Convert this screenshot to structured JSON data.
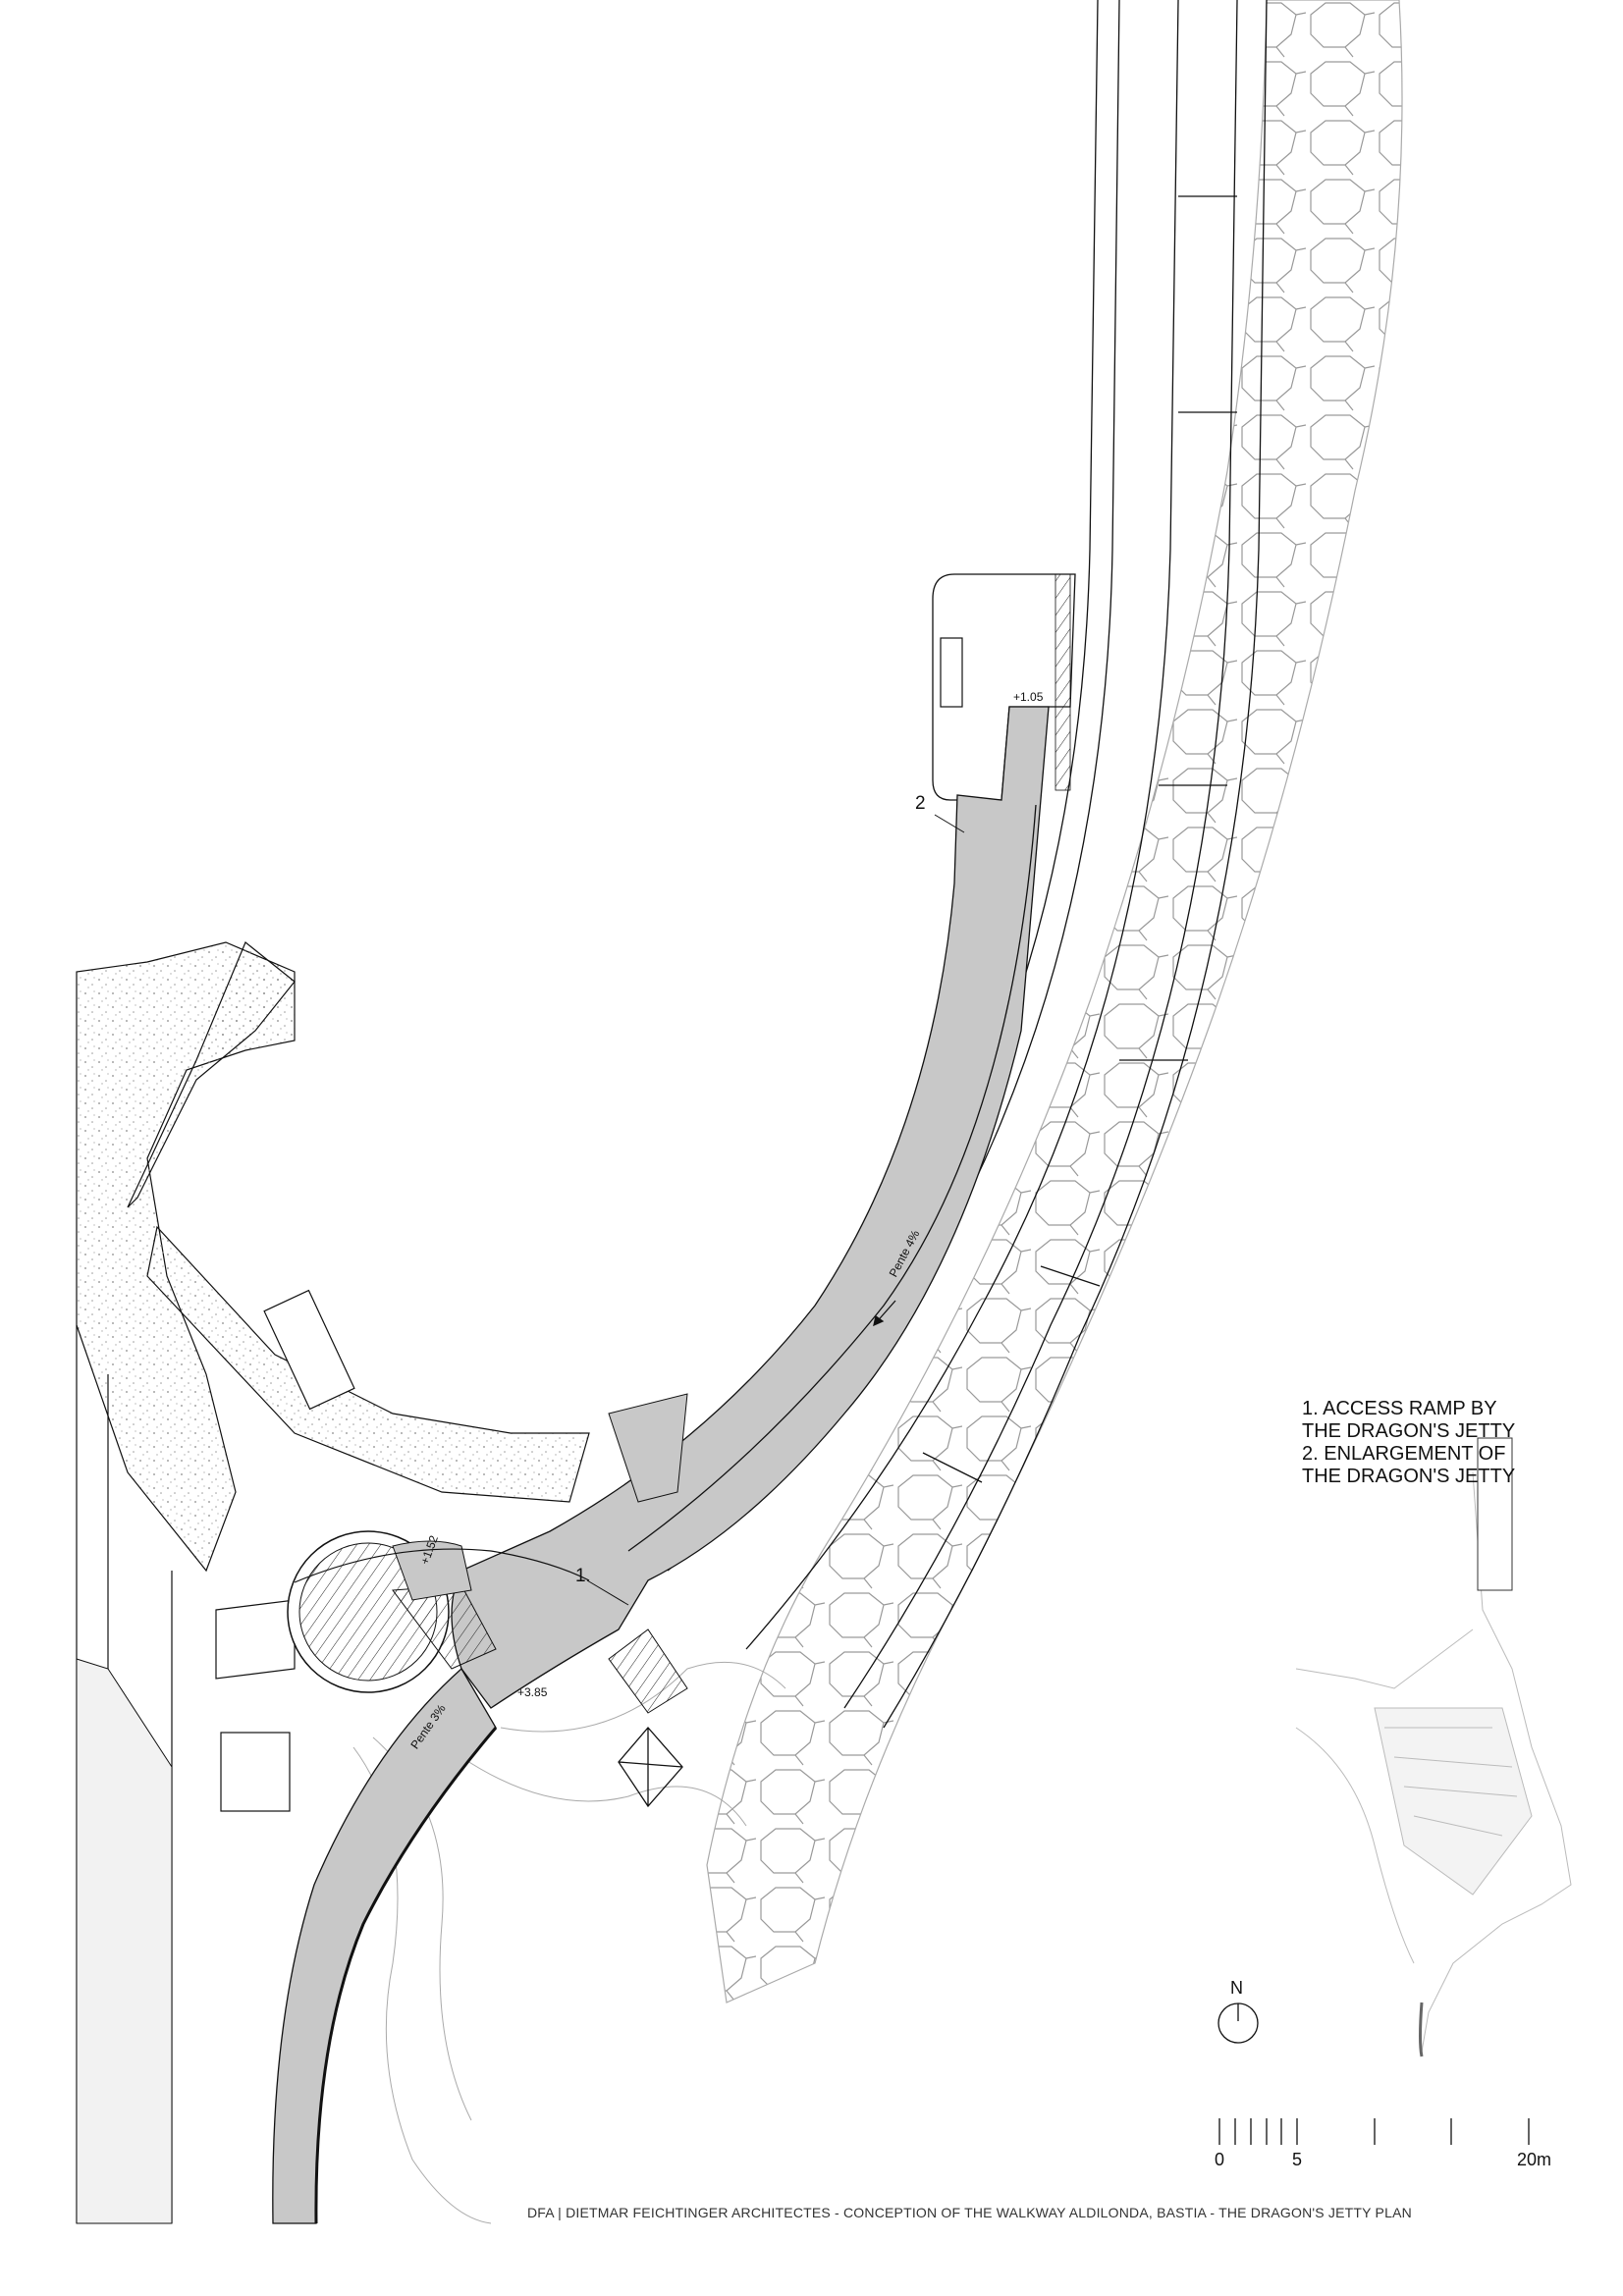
{
  "drawing": {
    "legend": [
      "1. ACCESS RAMP BY",
      "THE DRAGON'S JETTY",
      "2. ENLARGEMENT OF",
      "THE DRAGON'S JETTY"
    ],
    "callouts": {
      "one": "1",
      "two": "2"
    },
    "levels": {
      "top": "+1.05",
      "stairs": "+1.52",
      "plaza": "+3.85"
    },
    "slopes": {
      "upper": "Pente 4%",
      "lower": "Pente 3%"
    },
    "north_label": "N",
    "scale": {
      "zero": "0",
      "five": "5",
      "twenty": "20m"
    },
    "footer": "DFA |   DIETMAR FEICHTINGER ARCHITECTES - CONCEPTION OF THE WALKWAY ALDILONDA, BASTIA - THE DRAGON'S JETTY PLAN",
    "colors": {
      "ramp": "#c8c8c8",
      "line": "#111111",
      "light_line": "#b0b0b0"
    }
  }
}
